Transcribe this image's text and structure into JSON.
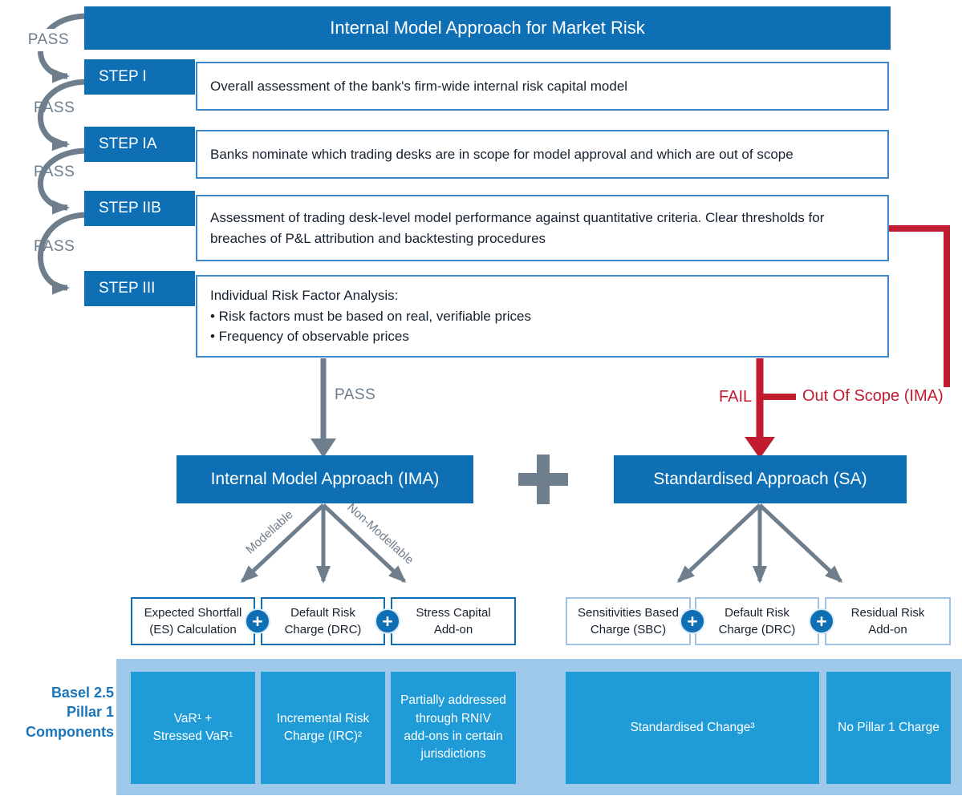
{
  "header": {
    "title": "Internal Model Approach for Market Risk"
  },
  "flow_labels": {
    "pass": "PASS",
    "fail": "FAIL",
    "out_of_scope": "Out Of Scope (IMA)"
  },
  "steps": [
    {
      "label": "STEP I",
      "description": "Overall assessment of the bank's firm-wide internal risk capital model"
    },
    {
      "label": "STEP IA",
      "description": "Banks nominate which trading desks are in scope for model approval and which are out of scope"
    },
    {
      "label": "STEP IIB",
      "description": "Assessment of trading desk-level model performance against quantitative criteria. Clear thresholds for\nbreaches of P&L attribution and backtesting procedures"
    },
    {
      "label": "STEP III",
      "description": "Individual Risk Factor Analysis:\n• Risk factors must be based on real, verifiable prices\n• Frequency of observable prices"
    }
  ],
  "ima": {
    "title": "Internal Model Approach (IMA)",
    "modellable_label": "Modellable",
    "non_modellable_label": "Non-Modellable",
    "components": [
      "Expected Shortfall\n(ES) Calculation",
      "Default Risk\nCharge (DRC)",
      "Stress Capital\nAdd-on"
    ]
  },
  "sa": {
    "title": "Standardised Approach (SA)",
    "components": [
      "Sensitivities Based\nCharge (SBC)",
      "Default Risk\nCharge (DRC)",
      "Residual Risk\nAdd-on"
    ]
  },
  "basel": {
    "caption": "Basel 2.5\nPillar 1\nComponents",
    "items": [
      "VaR¹ +\nStressed VaR¹",
      "Incremental Risk\nCharge (IRC)²",
      "Partially addressed\nthrough RNIV\nadd-ons in certain\njurisdictions",
      "Standardised Change³",
      "No Pillar 1 Charge"
    ]
  },
  "icons": {
    "plus": "+"
  },
  "colors": {
    "primary_blue": "#0e6fb5",
    "cyan_blue": "#1f9bd7",
    "light_blue_panel": "#9ec9ea",
    "arrow_gray": "#6e7e8c",
    "fail_red": "#c11b30"
  }
}
